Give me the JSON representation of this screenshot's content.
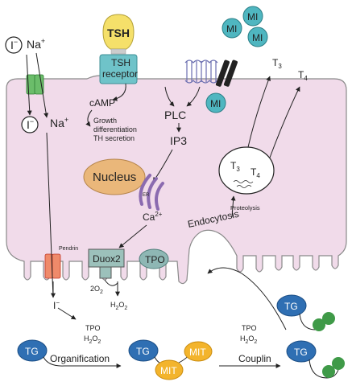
{
  "ions": {
    "iodide": "I",
    "iodide_charge": "−",
    "sodium": "Na",
    "sodium_charge": "+"
  },
  "receptor": {
    "tsh": "TSH",
    "receptor_line1": "TSH",
    "receptor_line2": "receptor"
  },
  "signaling": {
    "camp": "cAMP",
    "effects": [
      "Growth",
      "differentiation",
      "TH secretion"
    ],
    "plc": "PLC",
    "ip3": "IP3",
    "ca": "Ca",
    "ca_charge": "2+",
    "er": "ER"
  },
  "organelles": {
    "nucleus": "Nucleus",
    "duox2": "Duox2",
    "tpo": "TPO",
    "pendrin": "Pendrin"
  },
  "mi": "MI",
  "hormones": {
    "t3": "T",
    "t3_sub": "3",
    "t4": "T",
    "t4_sub": "4"
  },
  "vesicle": {
    "t3": "T",
    "t3_sub": "3",
    "t4": "T",
    "t4_sub": "4",
    "proteolysis": "Proteolysis"
  },
  "endocytosis": "Endocytosis",
  "peroxide": {
    "o2": "2O",
    "o2_sub": "2",
    "h2o2": "H",
    "h2o2_sub1": "2",
    "h2o2_mid": "O",
    "h2o2_sub2": "2"
  },
  "follicle": {
    "tg": "TG",
    "mit": "MIT",
    "tpo_label": "TPO",
    "h2o2_label": "H",
    "h2o2_sub1": "2",
    "h2o2_mid": "O",
    "h2o2_sub2": "2",
    "organification": "Organification",
    "couplin": "Couplin"
  },
  "colors": {
    "cell": "#f1dbea",
    "cell_stroke": "#8a8a8a",
    "tsh": "#f5e06a",
    "receptor": "#6fc3c9",
    "mi": "#4fb6c0",
    "nucleus": "#eab77a",
    "er": "#8b6bb0",
    "duox2": "#9cc1bb",
    "tpo": "#8eb7b4",
    "channel_green": "#6bbd6a",
    "pendrin": "#ef8a6a",
    "tg": "#2f6fb3",
    "mit": "#f3b42c",
    "globule": "#3f9a48"
  }
}
